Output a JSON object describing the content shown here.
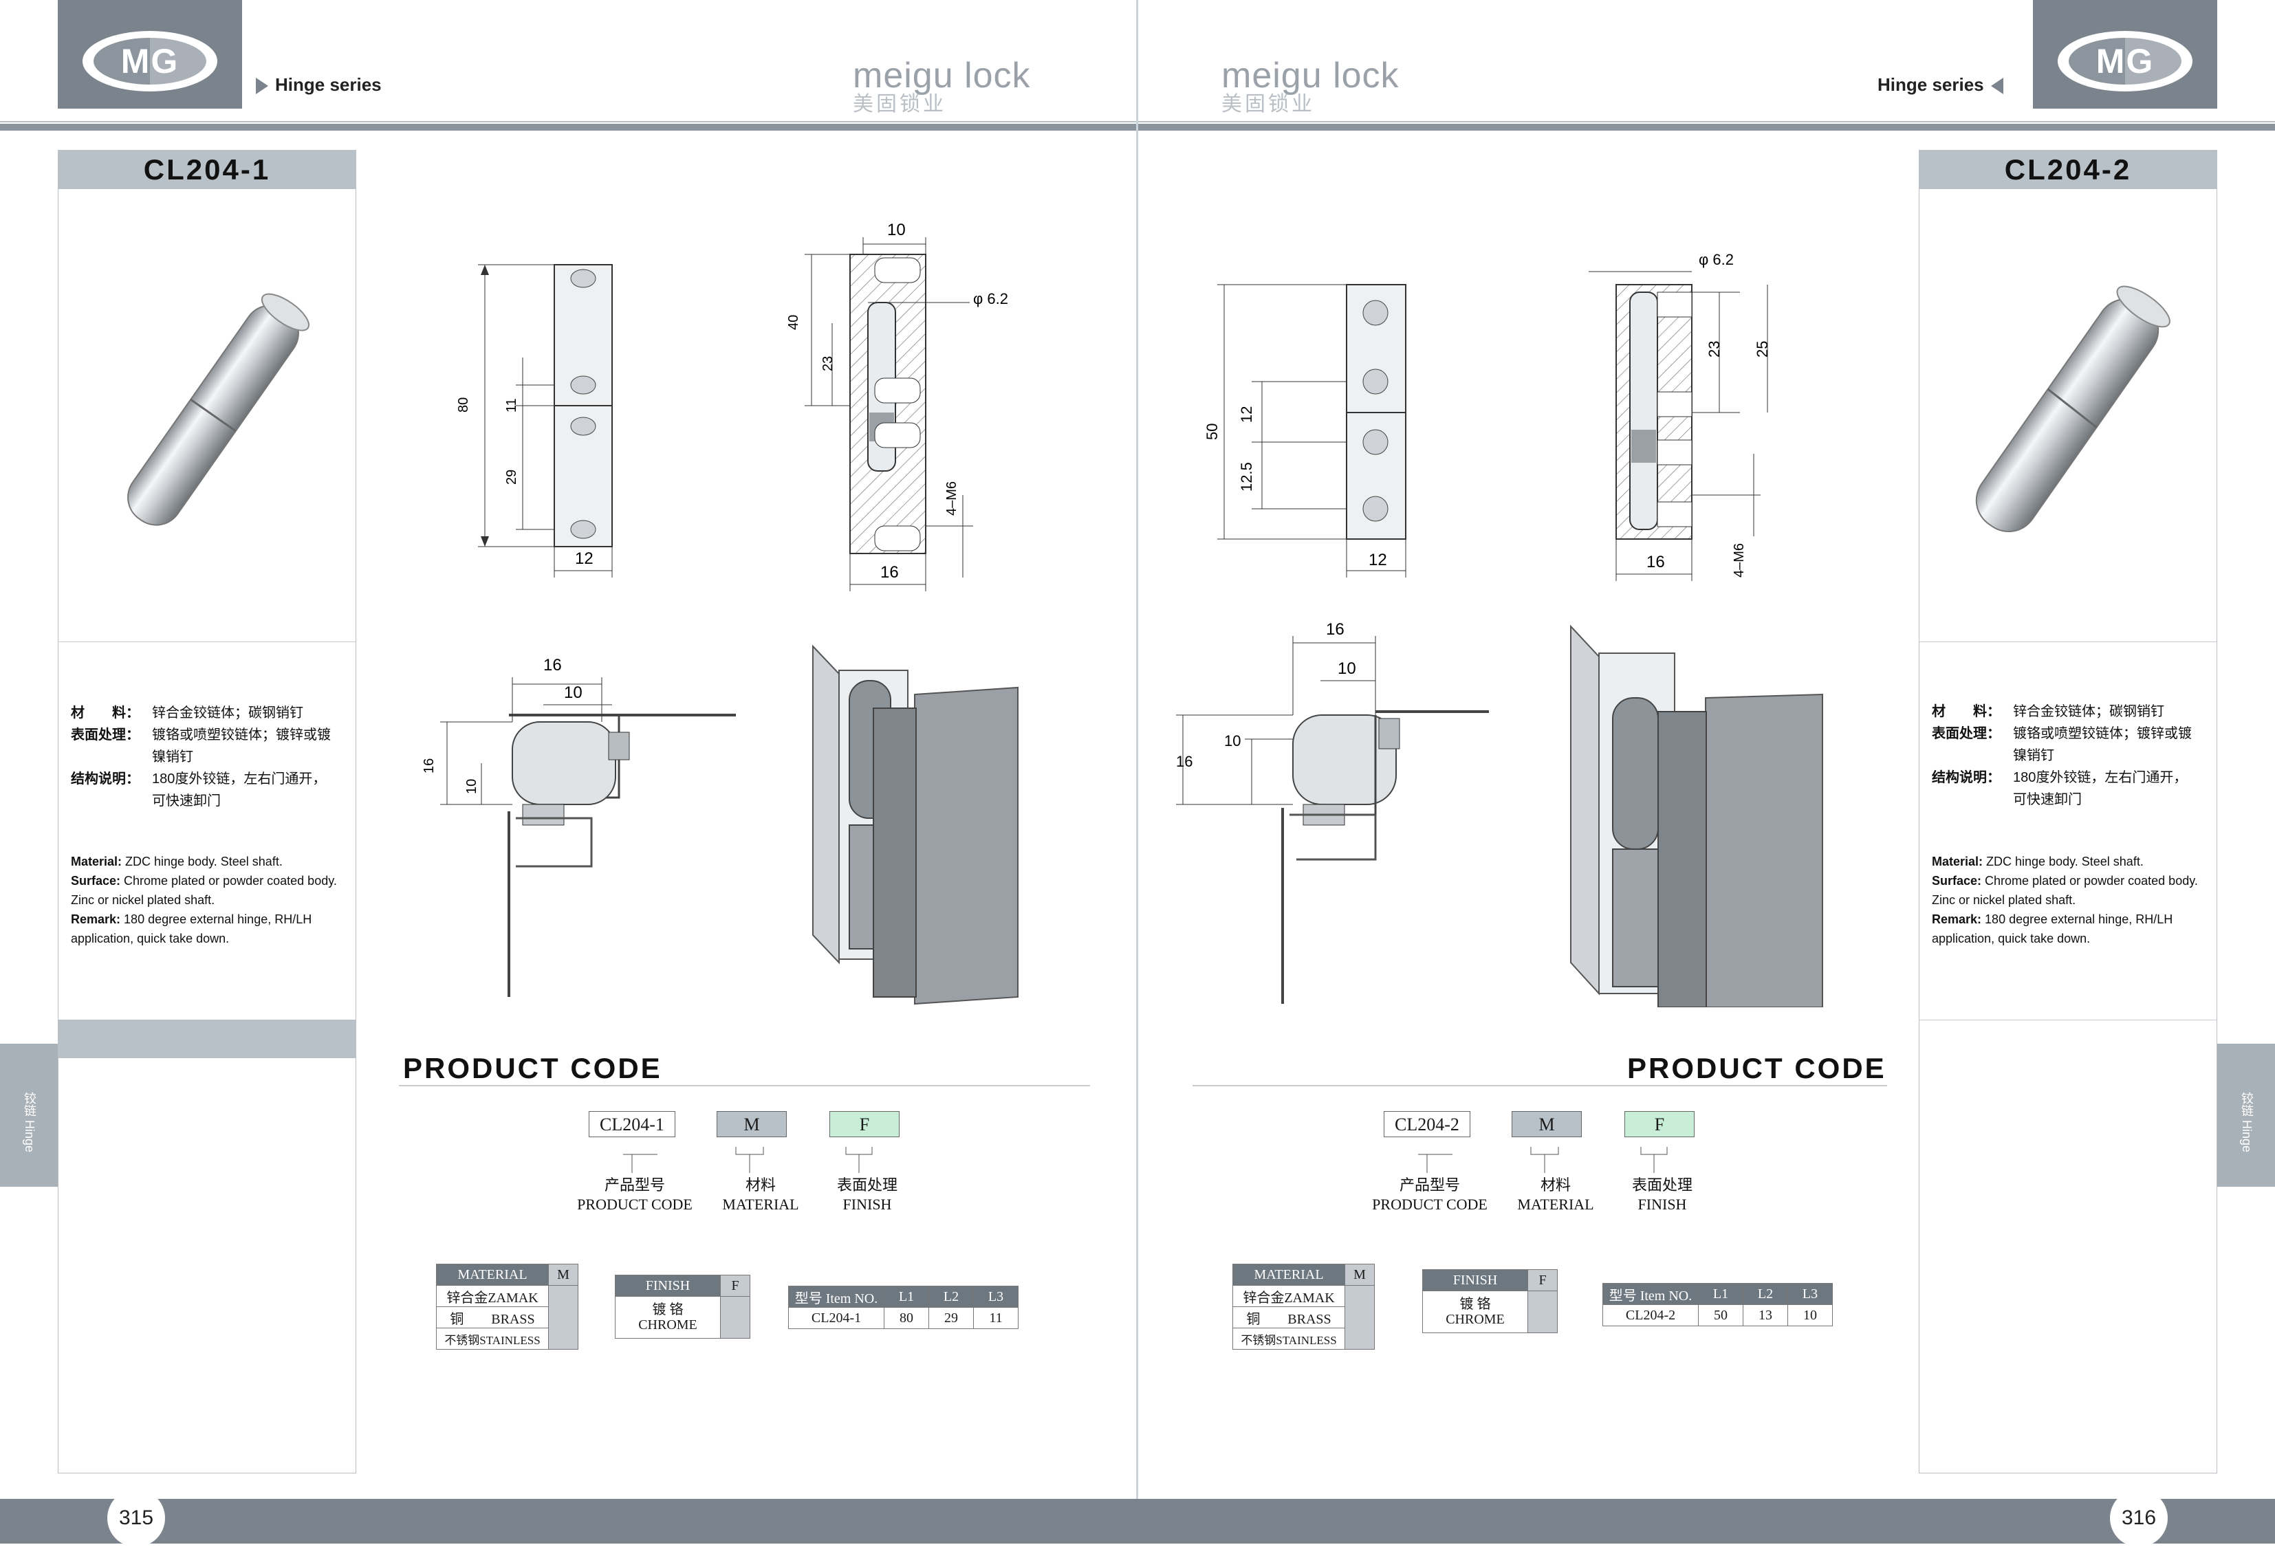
{
  "brand": {
    "logo_text": "MG",
    "wordmark": "meigu lock",
    "wordmark_cn": "美固锁业"
  },
  "header": {
    "series_left": "Hinge series",
    "series_right": "Hinge series"
  },
  "side_tab": {
    "cn": "铰链",
    "en": "Hinge"
  },
  "pages": [
    {
      "page_number": "315",
      "model": "CL204-1",
      "spec_cn": [
        {
          "key": "材　　料：",
          "value": "锌合金铰链体；碳钢销钉"
        },
        {
          "key": "表面处理：",
          "value": "镀铬或喷塑铰链体；镀锌或镀镍销钉"
        },
        {
          "key": "结构说明：",
          "value": "180度外铰链，左右门通开，可快速卸门"
        }
      ],
      "spec_en": [
        {
          "key": "Material:",
          "value": " ZDC hinge body. Steel shaft."
        },
        {
          "key": "Surface:",
          "value": " Chrome plated or powder coated body. Zinc or nickel plated shaft."
        },
        {
          "key": "Remark:",
          "value": " 180 degree external hinge, RH/LH application, quick take down."
        }
      ],
      "drawing_front": {
        "height": "80",
        "width": "12",
        "upper": "11",
        "lower": "29"
      },
      "drawing_section": {
        "top": "10",
        "pin": "φ 6.2",
        "d40": "40",
        "d23": "23",
        "thread": "4–M6",
        "bottom": "16"
      },
      "drawing_install": {
        "d16w": "16",
        "d10w": "10",
        "d16h": "16",
        "d10h": "10"
      },
      "product_code": {
        "title": "PRODUCT CODE",
        "code": "CL204-1",
        "material": "M",
        "finish": "F",
        "code_cn": "产品型号",
        "code_en": "PRODUCT CODE",
        "material_cn": "材料",
        "material_en": "MATERIAL",
        "finish_cn": "表面处理",
        "finish_en": "FINISH"
      },
      "material_table": {
        "header": "MATERIAL",
        "code": "M",
        "rows": [
          "锌合金ZAMAK",
          "铜　　BRASS",
          "不锈钢STAINLESS"
        ]
      },
      "finish_table": {
        "header": "FINISH",
        "code": "F",
        "row_cn": "镀 铬",
        "row_en": "CHROME"
      },
      "item_table": {
        "headers": [
          "型号 Item NO.",
          "L1",
          "L2",
          "L3"
        ],
        "row": [
          "CL204-1",
          "80",
          "29",
          "11"
        ]
      }
    },
    {
      "page_number": "316",
      "model": "CL204-2",
      "spec_cn": [
        {
          "key": "材　　料：",
          "value": "锌合金铰链体；碳钢销钉"
        },
        {
          "key": "表面处理：",
          "value": "镀铬或喷塑铰链体；镀锌或镀镍销钉"
        },
        {
          "key": "结构说明：",
          "value": "180度外铰链，左右门通开，可快速卸门"
        }
      ],
      "spec_en": [
        {
          "key": "Material:",
          "value": " ZDC hinge body. Steel shaft."
        },
        {
          "key": "Surface:",
          "value": " Chrome plated or powder coated body. Zinc or nickel plated shaft."
        },
        {
          "key": "Remark:",
          "value": " 180 degree external hinge, RH/LH application, quick take down."
        }
      ],
      "drawing_front": {
        "height": "50",
        "width": "12",
        "upper": "12",
        "lower": "12.5"
      },
      "drawing_section": {
        "pin": "φ 6.2",
        "d23": "23",
        "d25": "25",
        "thread": "4–M6",
        "bottom": "16"
      },
      "drawing_install": {
        "d16w": "16",
        "d10w": "10",
        "d10h": "10",
        "d16h": "16"
      },
      "product_code": {
        "title": "PRODUCT CODE",
        "code": "CL204-2",
        "material": "M",
        "finish": "F",
        "code_cn": "产品型号",
        "code_en": "PRODUCT CODE",
        "material_cn": "材料",
        "material_en": "MATERIAL",
        "finish_cn": "表面处理",
        "finish_en": "FINISH"
      },
      "material_table": {
        "header": "MATERIAL",
        "code": "M",
        "rows": [
          "锌合金ZAMAK",
          "铜　　BRASS",
          "不锈钢STAINLESS"
        ]
      },
      "finish_table": {
        "header": "FINISH",
        "code": "F",
        "row_cn": "镀 铬",
        "row_en": "CHROME"
      },
      "item_table": {
        "headers": [
          "型号 Item NO.",
          "L1",
          "L2",
          "L3"
        ],
        "row": [
          "CL204-2",
          "50",
          "13",
          "10"
        ]
      }
    }
  ],
  "colors": {
    "header_gray": "#7b848d",
    "title_band": "#b9c1c8",
    "finish_green": "#c8eed8",
    "material_gray": "#b9c1c8"
  }
}
